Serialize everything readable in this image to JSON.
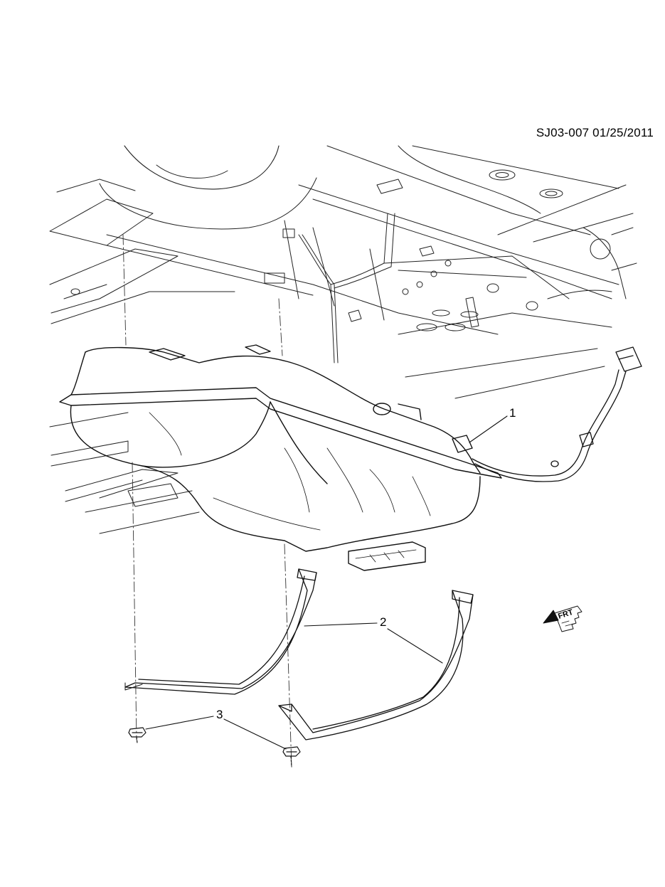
{
  "diagram": {
    "code": "SJ03-007 01/25/2011",
    "callouts": [
      {
        "id": "1",
        "label": "1"
      },
      {
        "id": "2",
        "label": "2"
      },
      {
        "id": "3",
        "label": "3"
      }
    ],
    "direction_indicator": {
      "label": "FRT",
      "icon": "arrow-icon"
    }
  }
}
